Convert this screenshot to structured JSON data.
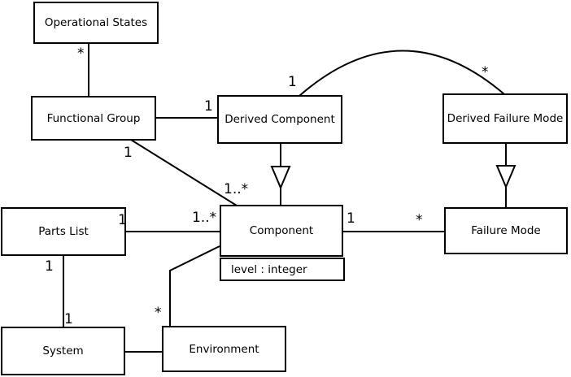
{
  "diagram": {
    "kind": "uml-class-diagram",
    "nodes": {
      "operational_states": {
        "label": "Operational States"
      },
      "functional_group": {
        "label": "Functional Group"
      },
      "derived_component": {
        "label": "Derived Component"
      },
      "derived_failure_mode": {
        "label": "Derived Failure Mode"
      },
      "parts_list": {
        "label": "Parts List"
      },
      "component": {
        "label": "Component",
        "attributes": [
          "level : integer"
        ]
      },
      "failure_mode": {
        "label": "Failure Mode"
      },
      "system": {
        "label": "System"
      },
      "environment": {
        "label": "Environment"
      }
    },
    "multiplicities": {
      "os_fg": "*",
      "fg_dc": "1",
      "fg_comp_src": "1",
      "fg_comp_tgt": "1..*",
      "pl_comp_src": "1",
      "pl_comp_tgt": "1..*",
      "comp_fm_src": "1",
      "comp_fm_tgt": "*",
      "dc_dfm_src": "1",
      "dc_dfm_tgt": "*",
      "pl_sys_src": "1",
      "pl_sys_tgt": "1",
      "env_comp": "*"
    },
    "edges": [
      {
        "from": "Operational States",
        "to": "Functional Group",
        "type": "association",
        "from_multiplicity": "*"
      },
      {
        "from": "Functional Group",
        "to": "Derived Component",
        "type": "association",
        "to_multiplicity": "1"
      },
      {
        "from": "Functional Group",
        "to": "Component",
        "type": "association",
        "from_multiplicity": "1",
        "to_multiplicity": "1..*"
      },
      {
        "from": "Parts List",
        "to": "Component",
        "type": "association",
        "from_multiplicity": "1",
        "to_multiplicity": "1..*"
      },
      {
        "from": "Component",
        "to": "Failure Mode",
        "type": "association",
        "from_multiplicity": "1",
        "to_multiplicity": "*"
      },
      {
        "from": "Derived Component",
        "to": "Derived Failure Mode",
        "type": "association",
        "from_multiplicity": "1",
        "to_multiplicity": "*"
      },
      {
        "from": "Derived Component",
        "to": "Component",
        "type": "generalization"
      },
      {
        "from": "Derived Failure Mode",
        "to": "Failure Mode",
        "type": "generalization"
      },
      {
        "from": "Parts List",
        "to": "System",
        "type": "association",
        "from_multiplicity": "1",
        "to_multiplicity": "1"
      },
      {
        "from": "Environment",
        "to": "Component",
        "type": "association",
        "from_multiplicity": "*"
      },
      {
        "from": "System",
        "to": "Environment",
        "type": "association"
      }
    ],
    "colors": {
      "stroke": "#000000",
      "fill": "#ffffff"
    }
  }
}
